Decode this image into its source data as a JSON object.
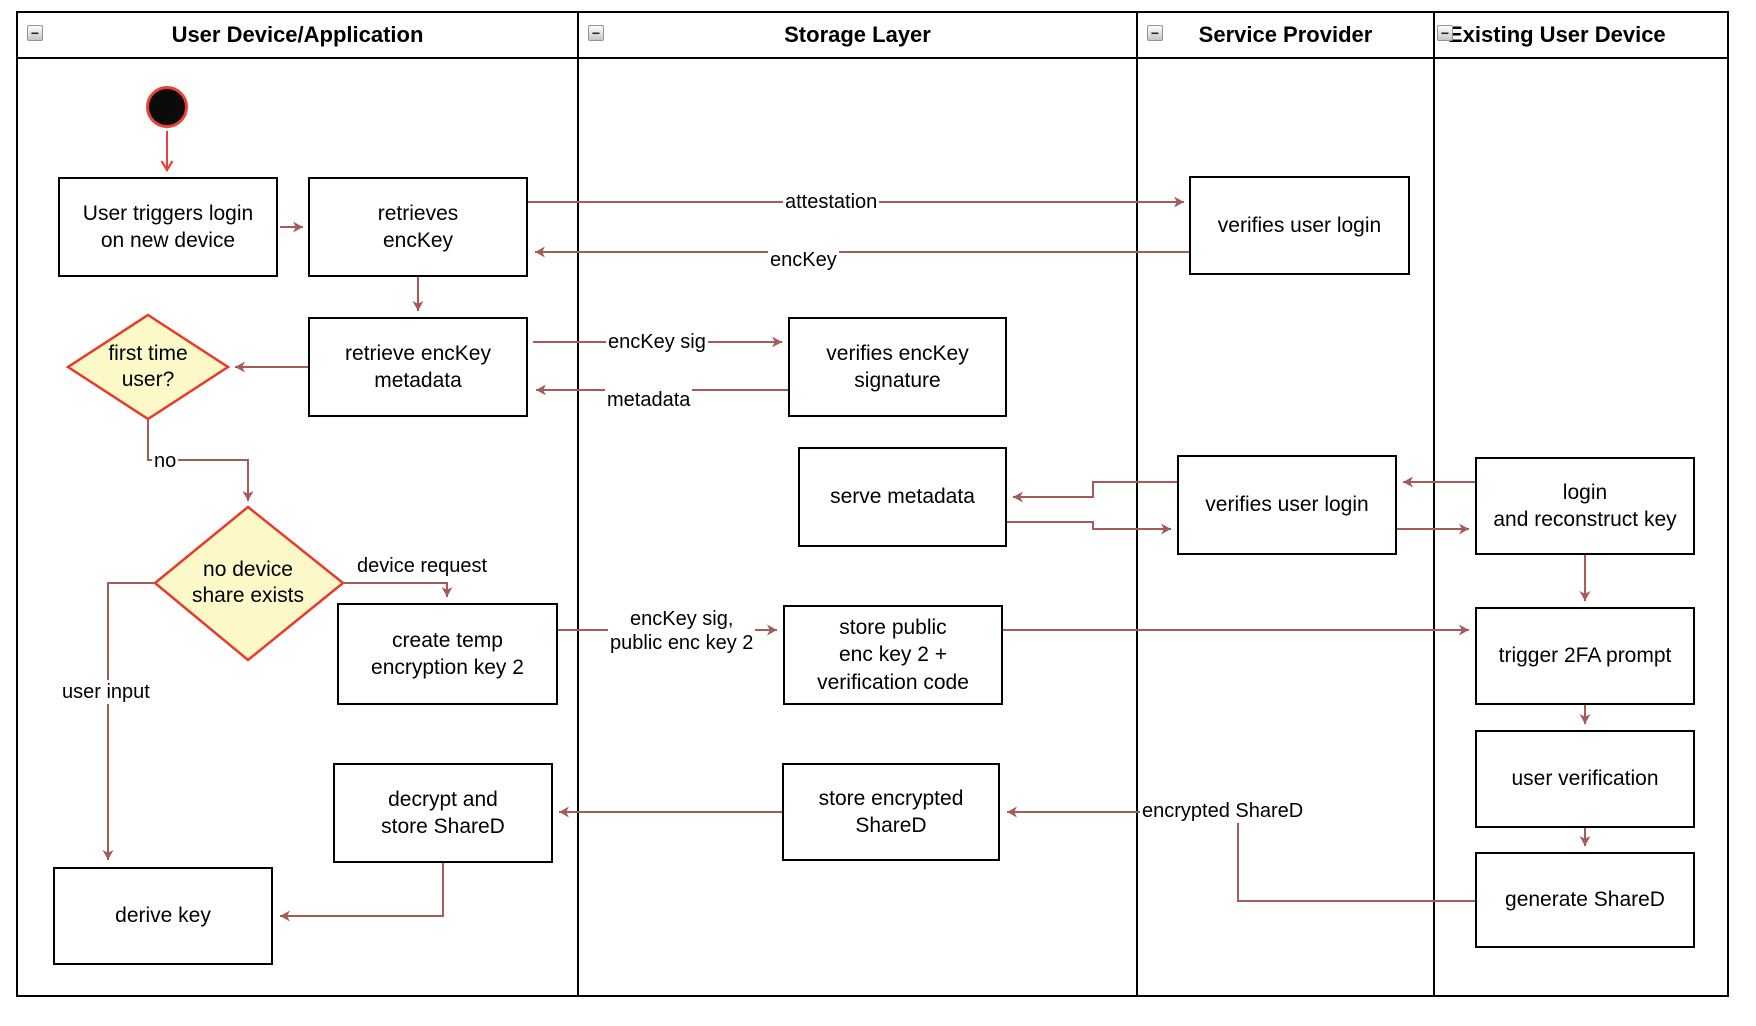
{
  "lanes": [
    {
      "id": "user-device-application",
      "label": "User Device/Application"
    },
    {
      "id": "storage-layer",
      "label": "Storage Layer"
    },
    {
      "id": "service-provider",
      "label": "Service Provider"
    },
    {
      "id": "existing-user-device",
      "label": "Existing User Device"
    }
  ],
  "icons": {
    "collapse_glyph": "−"
  },
  "nodes": {
    "user_triggers_login": "User triggers login\non new device",
    "retrieves_enckey": "retrieves\nencKey",
    "verifies_user_login_top": "verifies user login",
    "retrieve_enckey_metadata": "retrieve encKey\nmetadata",
    "verifies_enckey_signature": "verifies encKey\nsignature",
    "serve_metadata": "serve metadata",
    "verifies_user_login_mid": "verifies user login",
    "login_and_reconstruct_key": "login\nand reconstruct key",
    "create_temp_encryption_key_2": "create temp\nencryption key 2",
    "store_public_enc_key_2": "store public\nenc key 2 +\nverification code",
    "trigger_2fa_prompt": "trigger 2FA prompt",
    "user_verification": "user verification",
    "generate_shared": "generate ShareD",
    "decrypt_and_store_shared": "decrypt and\nstore ShareD",
    "store_encrypted_shared": "store encrypted\nShareD",
    "derive_key": "derive key"
  },
  "decisions": {
    "first_time_user": "first time\nuser?",
    "no_device_share_exists": "no device\nshare exists"
  },
  "edge_labels": {
    "attestation": "attestation",
    "enckey": "encKey",
    "enckey_sig": "encKey sig",
    "metadata": "metadata",
    "no": "no",
    "device_request": "device request",
    "enckey_sig_public": "encKey sig,\npublic enc key 2",
    "user_input": "user input",
    "encrypted_shared": "encrypted ShareD"
  },
  "colors": {
    "connector": "#a65b5b",
    "start_arrow": "#e8433a",
    "decision_border": "#e8392b",
    "decision_fill": "#fcf8c8",
    "node_border": "#000000",
    "node_fill": "#ffffff",
    "start_fill": "#0b0b0b",
    "lane_border": "#000000"
  }
}
